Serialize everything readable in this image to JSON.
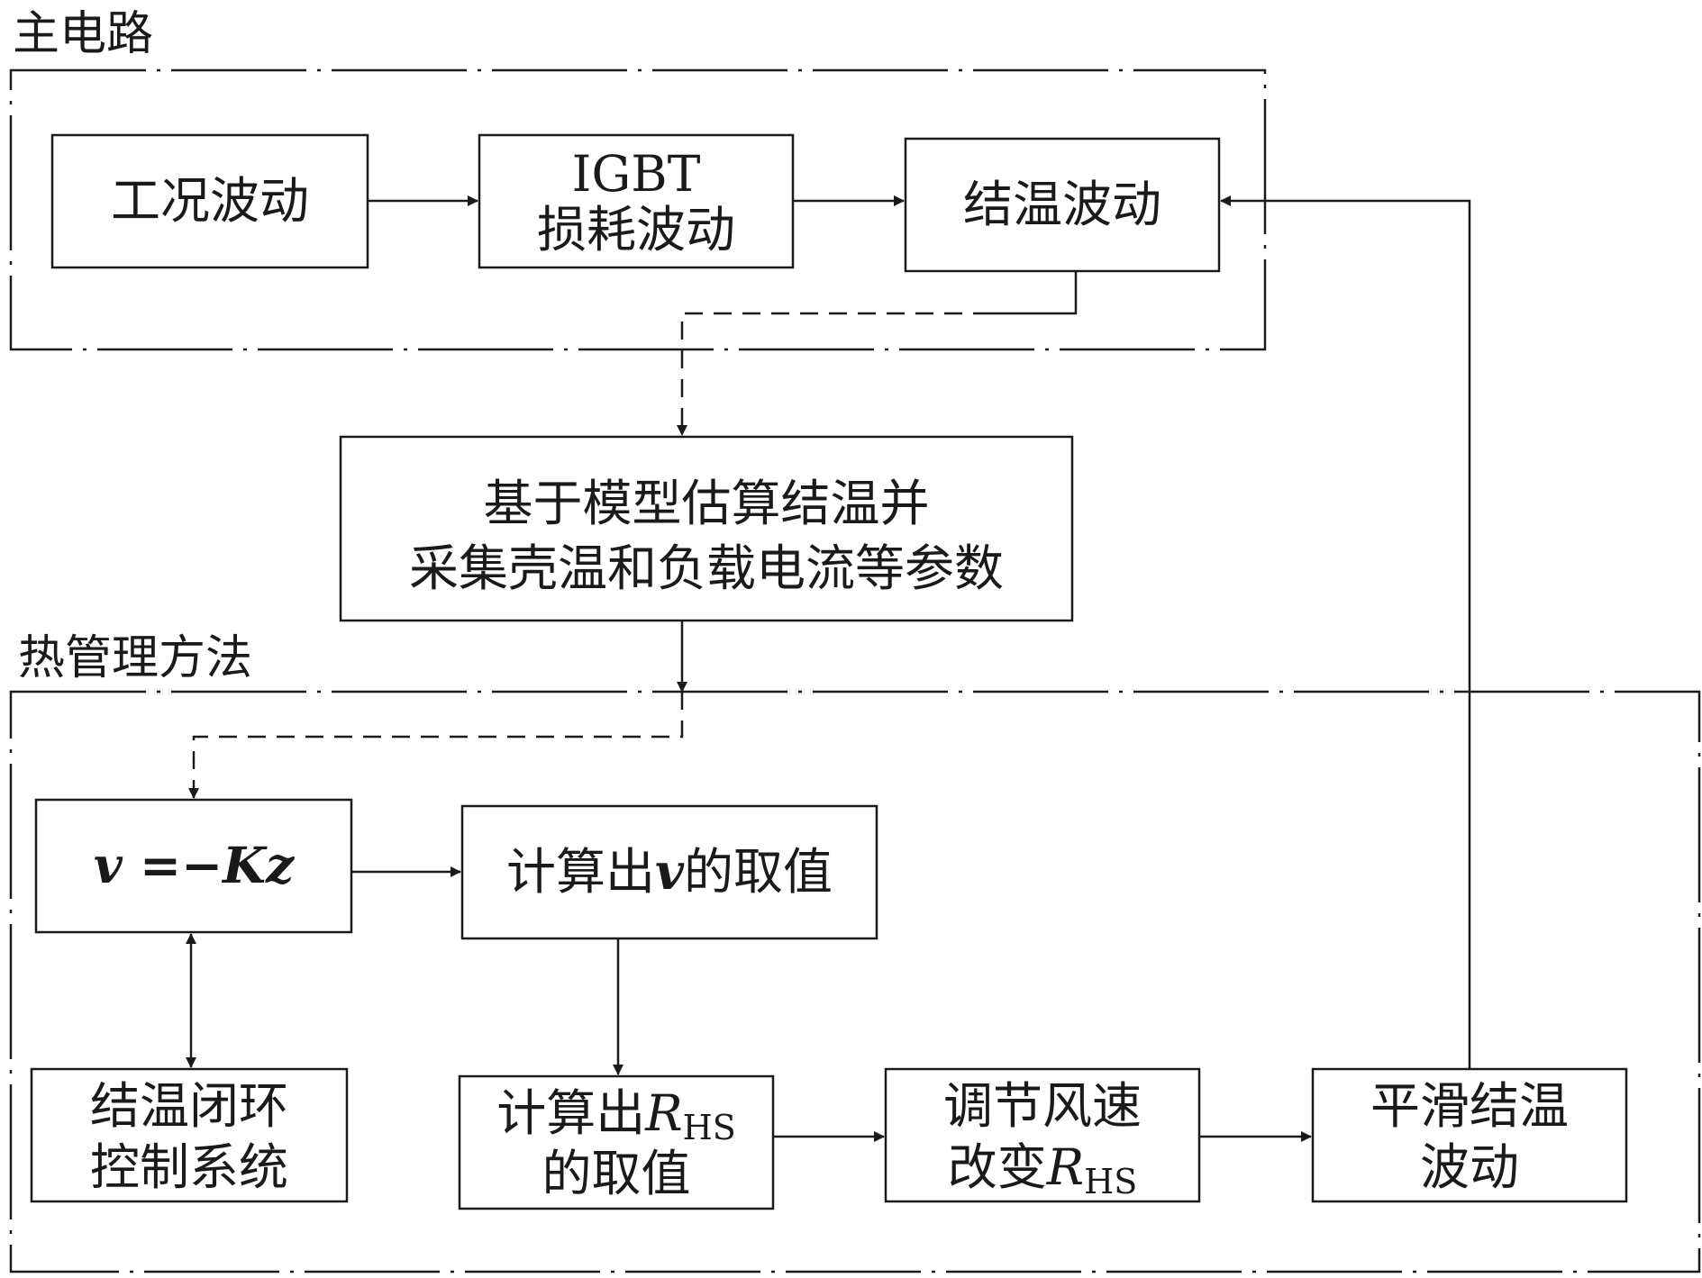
{
  "groups": {
    "main_circuit": "主电路",
    "thermal_management": "热管理方法"
  },
  "nodes": {
    "operating_fluctuation": "工况波动",
    "igbt_loss": {
      "line1": "IGBT",
      "line2": "损耗波动"
    },
    "junction_fluctuation": "结温波动",
    "estimate": {
      "line1": "基于模型估算结温并",
      "line2": "采集壳温和负载电流等参数"
    },
    "control_law": {
      "v": "v",
      "eq": " =−",
      "K": "K",
      "z": "z"
    },
    "compute_v": {
      "prefix": "计算出",
      "var": "v",
      "suffix": "的取值"
    },
    "closed_loop": {
      "line1": "结温闭环",
      "line2": "控制系统"
    },
    "compute_rhs": {
      "prefix": "计算出",
      "var": "R",
      "sub": "HS",
      "line2": "的取值"
    },
    "adjust_fan": {
      "line1": "调节风速",
      "line2_prefix": "改变",
      "var": "R",
      "sub": "HS"
    },
    "smooth": {
      "line1": "平滑结温",
      "line2": "波动"
    }
  }
}
